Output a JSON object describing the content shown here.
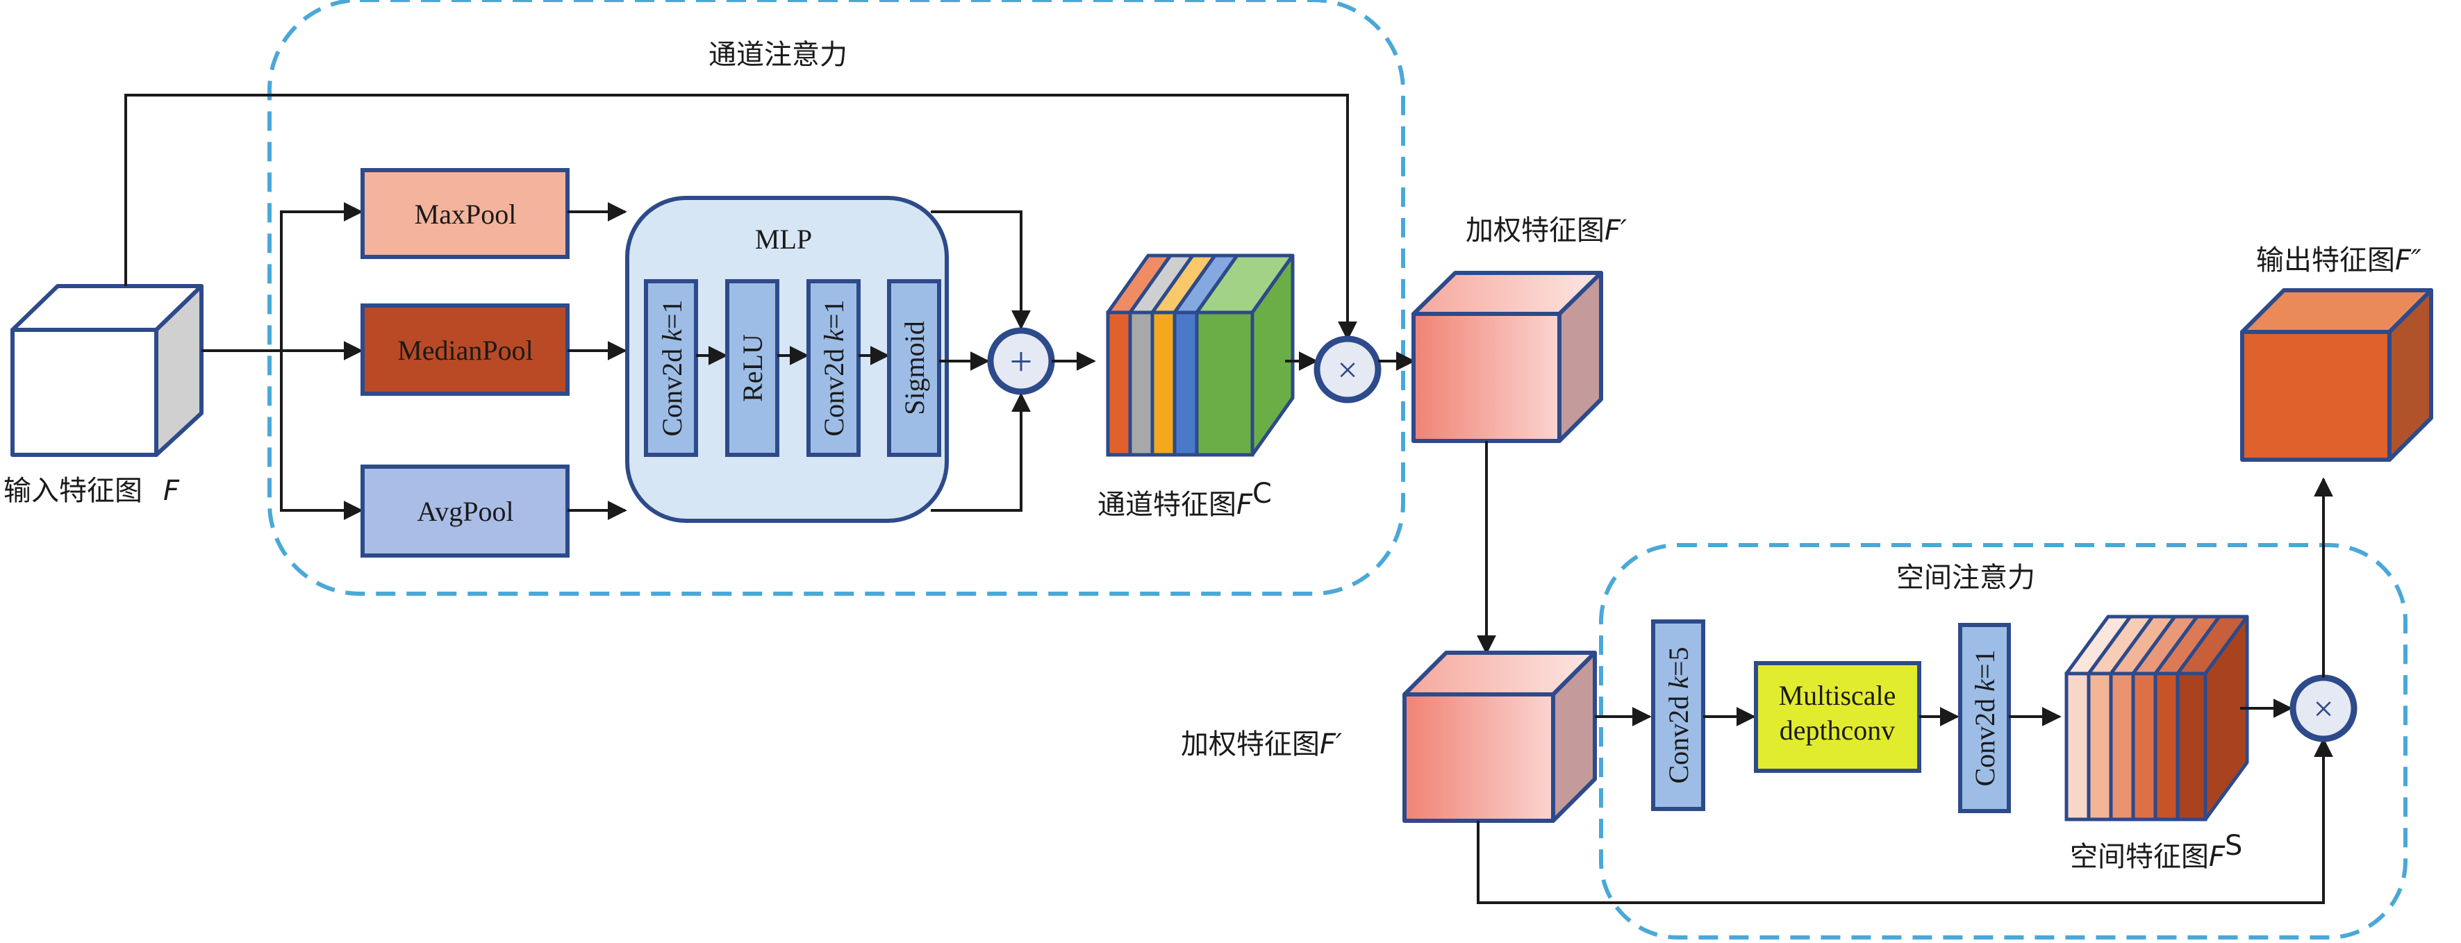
{
  "channel_attention": {
    "title": "通道注意力",
    "input": {
      "label": "输入特征图",
      "var": "F"
    },
    "pools": {
      "max": "MaxPool",
      "median": "MedianPool",
      "avg": "AvgPool"
    },
    "mlp": {
      "title": "MLP",
      "conv1": {
        "text": "Conv2d ",
        "var": "k",
        "eq": "=1"
      },
      "relu": "ReLU",
      "conv2": {
        "text": "Conv2d ",
        "var": "k",
        "eq": "=1"
      },
      "sigmoid": "Sigmoid"
    },
    "add_symbol": "+",
    "feature": {
      "label": "通道特征图",
      "var": "F",
      "sup": "C"
    },
    "mul_symbol": "×",
    "weighted": {
      "label": "加权特征图",
      "var": "F′"
    }
  },
  "spatial_attention": {
    "title": "空间注意力",
    "weighted": {
      "label": "加权特征图",
      "var": "F′"
    },
    "conv1": {
      "text": "Conv2d ",
      "var": "k",
      "eq": "=5"
    },
    "multiscale": {
      "line1": "Multiscale",
      "line2": "depthconv"
    },
    "conv2": {
      "text": "Conv2d ",
      "var": "k",
      "eq": "=1"
    },
    "feature": {
      "label": "空间特征图",
      "var": "F",
      "sup": "S"
    },
    "mul_symbol": "×",
    "output": {
      "label": "输出特征图",
      "var": "F″"
    }
  },
  "colors": {
    "dash": "#4aa8d8",
    "stroke": "#2d4a8a",
    "maxpool": "#f4b39c",
    "medianpool": "#b94a25",
    "avgpool": "#a9bde6",
    "mlp_bg": "#d7e6f4",
    "layer": "#9dbde6",
    "yellow": "#e2ec2e",
    "output": "#e0612c",
    "channel_stripes": [
      "#e0612c",
      "#a8a8a8",
      "#f4a81d",
      "#4a79c9",
      "#6cae46"
    ],
    "channel_top": [
      "#f08c64",
      "#cfcfcf",
      "#f8c86a",
      "#86a8e0",
      "#a2d286"
    ],
    "spatial_stripes": [
      "#f7d7c8",
      "#f2b596",
      "#e99270",
      "#de7048",
      "#c95329",
      "#a9431f"
    ],
    "spatial_top": [
      "#fbe6dd",
      "#f7cdb8",
      "#f2b598",
      "#ea987a",
      "#dc7a56",
      "#c65f3a"
    ]
  }
}
